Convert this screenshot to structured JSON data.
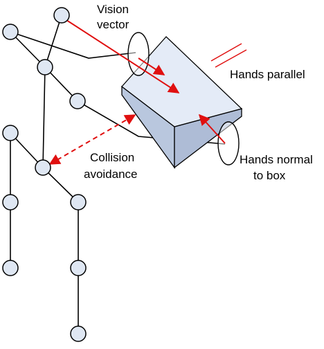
{
  "labels": {
    "vision_line1": "Vision",
    "vision_line2": "vector",
    "hands_parallel": "Hands parallel",
    "collision_line1": "Collision",
    "collision_line2": "avoidance",
    "hands_normal_line1": "Hands normal",
    "hands_normal_line2": "to box"
  },
  "colors": {
    "skeleton": "#000000",
    "joint_fill": "#dfe7f3",
    "box_top": "#e4ebf7",
    "box_side": "#b9c7de",
    "box_stroke": "#000000",
    "arrow_red": "#e01010"
  }
}
